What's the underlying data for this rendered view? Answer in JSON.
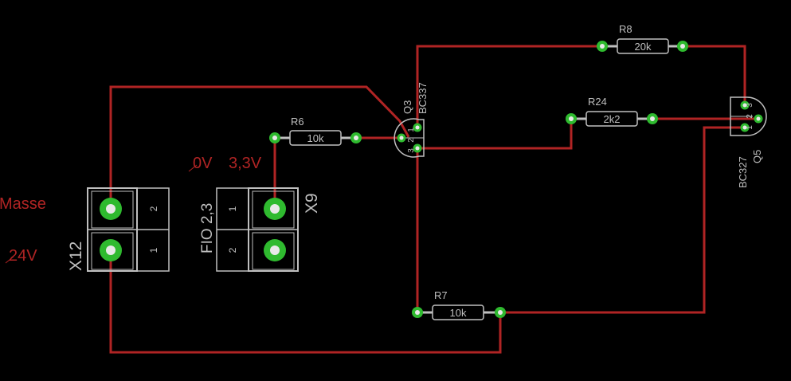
{
  "labels": {
    "masse": "Masse",
    "v24": "24V",
    "v0": "0V",
    "v33": "3,3V"
  },
  "connectors": {
    "x12": {
      "name": "X12",
      "pin1": "1",
      "pin2": "2"
    },
    "x9": {
      "name": "X9",
      "value": "FIO 2,3",
      "pin1": "1",
      "pin2": "2"
    }
  },
  "resistors": {
    "r6": {
      "name": "R6",
      "value": "10k"
    },
    "r7": {
      "name": "R7",
      "value": "10k"
    },
    "r8": {
      "name": "R8",
      "value": "20k"
    },
    "r24": {
      "name": "R24",
      "value": "2k2"
    }
  },
  "transistors": {
    "q3": {
      "name": "Q3",
      "type": "BC337",
      "pins": [
        "1",
        "2",
        "3"
      ]
    },
    "q5": {
      "name": "Q5",
      "type": "BC327",
      "pins": [
        "1",
        "2",
        "3"
      ]
    }
  },
  "colors": {
    "background": "#000000",
    "trace": "#b02424",
    "pad": "#2fba2f",
    "silkscreen": "#bfbfbf",
    "net_label": "#b02424"
  }
}
